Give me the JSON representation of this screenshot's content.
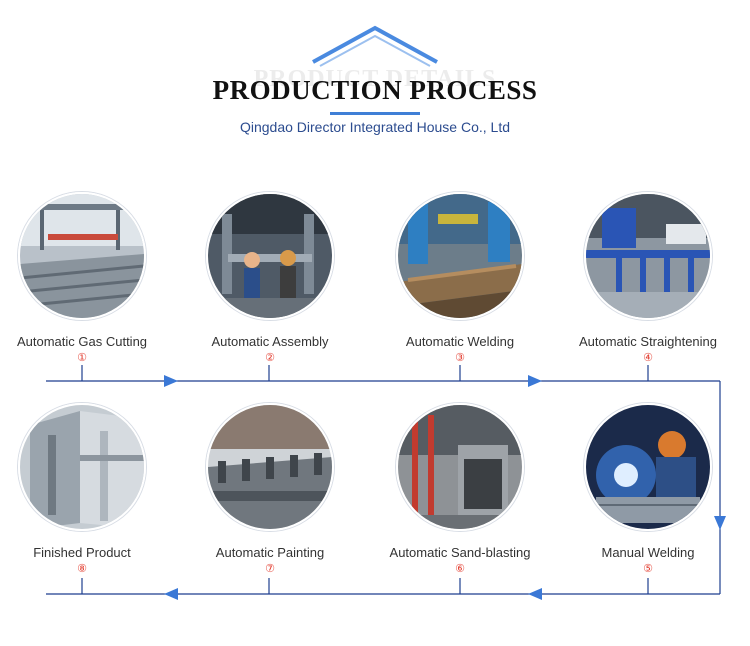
{
  "header": {
    "ghost_title": "PRODUCT DETAILS",
    "title": "PRODUCTION PROCESS",
    "subtitle": "Qingdao Director Integrated House Co., Ltd"
  },
  "steps": [
    {
      "label": "Automatic Gas Cutting",
      "number": "①"
    },
    {
      "label": "Automatic Assembly",
      "number": "②"
    },
    {
      "label": "Automatic Welding",
      "number": "③"
    },
    {
      "label": "Automatic Straightening",
      "number": "④"
    },
    {
      "label": "Manual Welding",
      "number": "⑤"
    },
    {
      "label": "Automatic Sand-blasting",
      "number": "⑥"
    },
    {
      "label": "Automatic Painting",
      "number": "⑦"
    },
    {
      "label": "Finished Product",
      "number": "⑧"
    }
  ],
  "colors": {
    "accent": "#3f7fd6",
    "number_red": "#e23b2e",
    "subtitle": "#2c4c8f",
    "flow_line": "#1e3f8f"
  }
}
